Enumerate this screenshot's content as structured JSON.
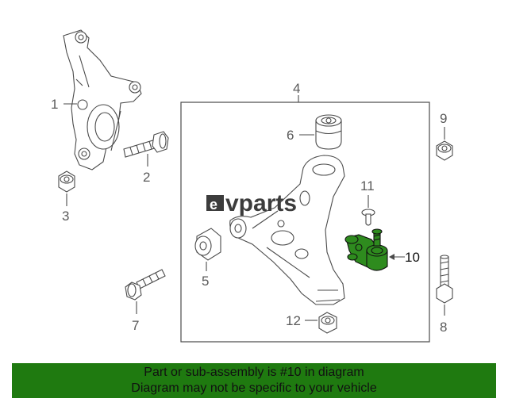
{
  "callouts": {
    "c1": "1",
    "c2": "2",
    "c3": "3",
    "c4": "4",
    "c5": "5",
    "c6": "6",
    "c7": "7",
    "c8": "8",
    "c9": "9",
    "c10": "10",
    "c11": "11",
    "c12": "12"
  },
  "watermark": {
    "brand": "vparts",
    "logo_letter": "e"
  },
  "footer": {
    "line1": "Part or sub-assembly is #10 in diagram",
    "line2": "Diagram may not be specific to your vehicle"
  },
  "colors": {
    "highlight": "#2e8b1e",
    "banner": "#1f7a10",
    "outline": "#4a4a4a"
  }
}
